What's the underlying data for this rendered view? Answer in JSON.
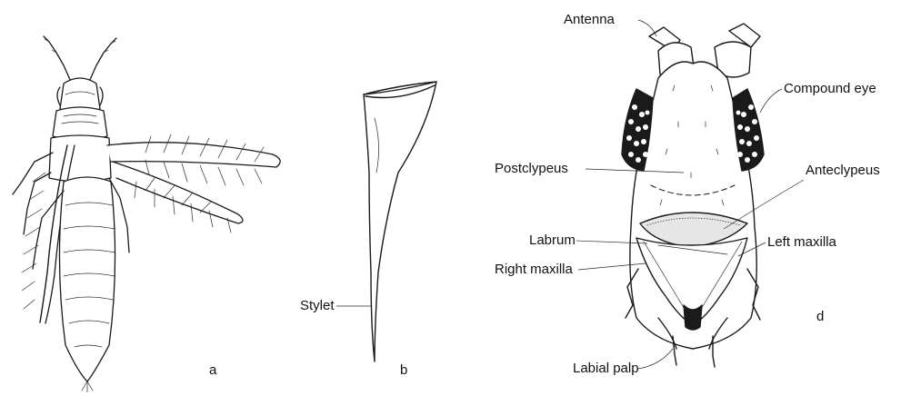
{
  "figure": {
    "panels": [
      {
        "id": "a",
        "letter": "a"
      },
      {
        "id": "b",
        "letter": "b",
        "labels": [
          "Stylet"
        ]
      },
      {
        "id": "d",
        "letter": "d",
        "labels": [
          "Antenna",
          "Compound eye",
          "Postclypeus",
          "Anteclypeus",
          "Labrum",
          "Left maxilla",
          "Right maxilla",
          "Labial palp"
        ]
      }
    ],
    "colors": {
      "ink": "#1a1a1a",
      "background": "#ffffff"
    }
  }
}
